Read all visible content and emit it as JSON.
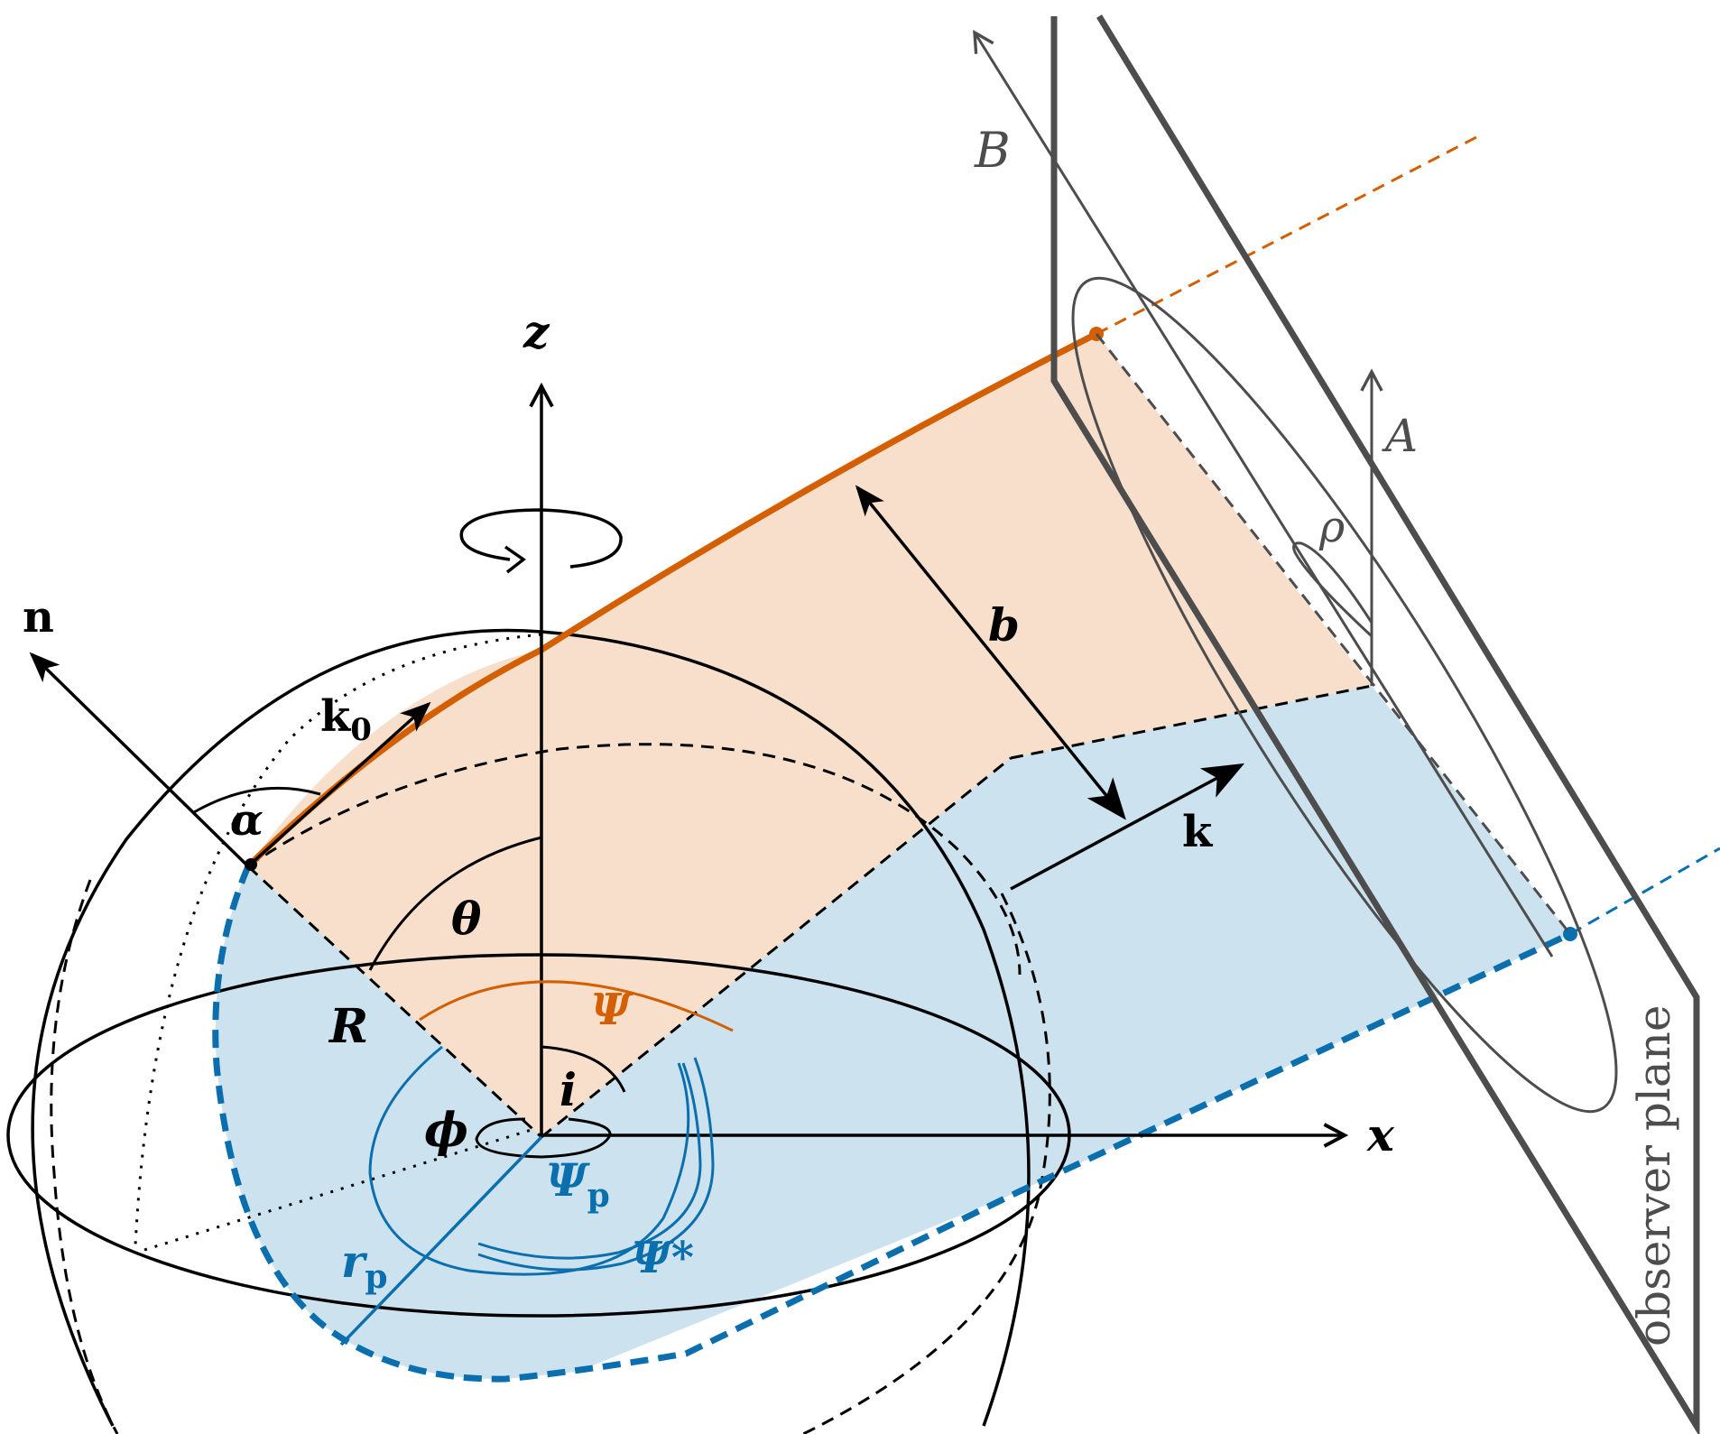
{
  "labels": {
    "z": "z",
    "x": "x",
    "n": "n",
    "k0_main": "k",
    "k0_sub": "0",
    "k": "k",
    "alpha": "α",
    "theta": "θ",
    "R": "R",
    "Psi": "Ψ",
    "i": "i",
    "phi": "ϕ",
    "Psi_p_main": "Ψ",
    "Psi_p_sub": "p",
    "r_p_main": "r",
    "r_p_sub": "p",
    "Psi_star": "Ψ*",
    "b": "b",
    "B": "B",
    "A": "A",
    "rho": "ρ",
    "observer_plane": "observer plane"
  },
  "colors": {
    "orange": "#d35f00",
    "orange_fill": "#f7dfcb",
    "blue": "#0b6fae",
    "blue_fill": "#cce3ef",
    "gray": "#4d4d4d",
    "black": "#000000"
  }
}
